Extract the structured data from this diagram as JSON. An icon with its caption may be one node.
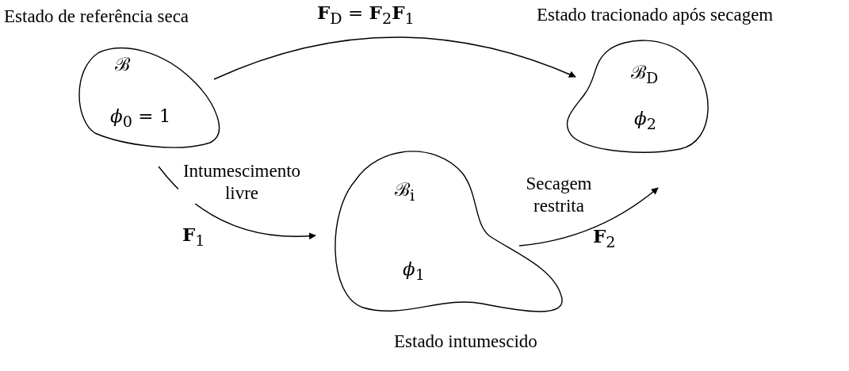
{
  "diagram": {
    "nodes": [
      {
        "text": [
          "Estado de referência seca",
          "ℬ",
          "*ϕ*$_{0}$ = 1"
        ]
      },
      {
        "text": [
          "Estado tracionado após secagem",
          "ℬ$_{D}$",
          "*ϕ*$_{2}$"
        ]
      },
      {
        "text": [
          "ℬ$_{i}$",
          "*ϕ*$_{1}$",
          "Estado intumescido"
        ]
      }
    ],
    "edges": [
      {
        "from": 0,
        "to": 1,
        "arrow": "to",
        "label": "**F**$_{D}$ = **F**$_{2}$**F**$_{1}$"
      },
      {
        "from": 0,
        "to": 2,
        "arrow": "to",
        "label": "Intumescimento livre"
      },
      {
        "from": 2,
        "to": 1,
        "arrow": "to",
        "label": "Secagem restrita"
      }
    ],
    "labels": [
      "**F**$_{1}$",
      "**F**$_{2}$"
    ]
  }
}
